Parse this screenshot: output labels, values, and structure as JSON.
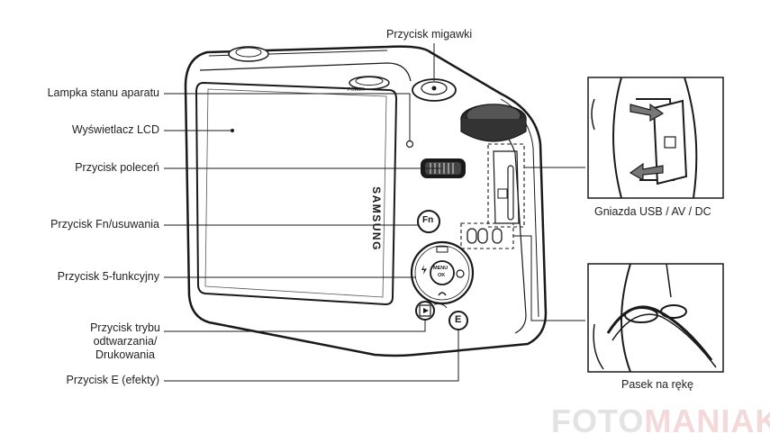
{
  "labels": {
    "shutter": "Przycisk migawki",
    "status_lamp": "Lampka stanu aparatu",
    "lcd": "Wyświetlacz LCD",
    "command": "Przycisk poleceń",
    "fn_delete": "Przycisk Fn/usuwania",
    "five_function": "Przycisk 5-funkcyjny",
    "playback_l1": "Przycisk trybu",
    "playback_l2": "odtwarzania/",
    "playback_l3": "Drukowania",
    "e_button": "Przycisk E (efekty)",
    "usb_av_dc": "Gniazda USB / AV / DC",
    "strap": "Pasek na rękę"
  },
  "camera_markings": {
    "brand": "SAMSUNG",
    "power": "POWER",
    "fn": "Fn",
    "menu": "MENU",
    "ok": "OK",
    "e": "E"
  },
  "watermark": {
    "part1": "FOTO",
    "part2": "MANIAK"
  }
}
